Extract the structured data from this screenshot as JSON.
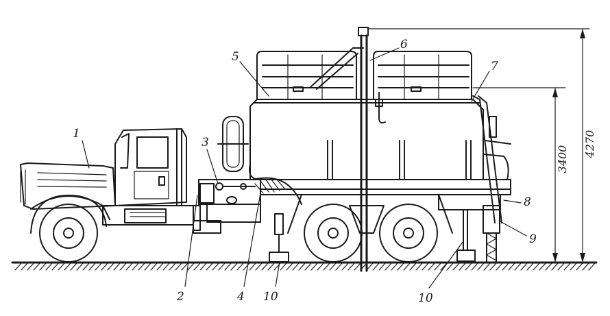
{
  "callouts": {
    "c1": "1",
    "c2": "2",
    "c3": "3",
    "c4": "4",
    "c5": "5",
    "c6": "6",
    "c7": "7",
    "c8": "8",
    "c9": "9",
    "c10a": "10",
    "c10b": "10"
  },
  "dimensions": {
    "height_inner": "3400",
    "height_total": "4270"
  }
}
